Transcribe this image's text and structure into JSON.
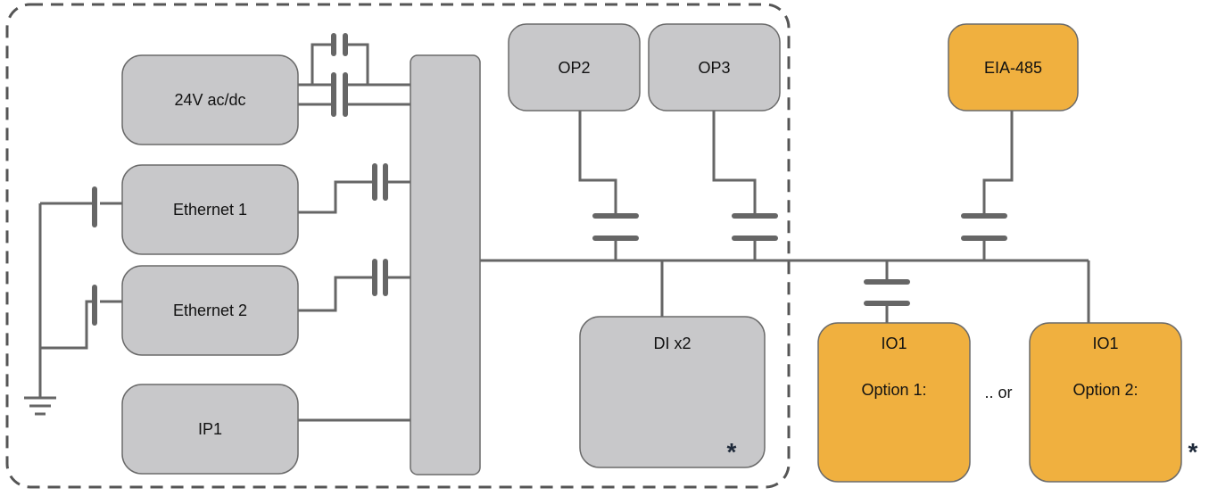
{
  "blocks": {
    "power": "24V ac/dc",
    "ethernet1": "Ethernet 1",
    "ethernet2": "Ethernet 2",
    "ip1": "IP1",
    "op2": "OP2",
    "op3": "OP3",
    "di": "DI x2",
    "eia485": "EIA-485",
    "io1_opt1_title": "IO1",
    "io1_opt1_sub": "Option 1:",
    "io1_opt2_title": "IO1",
    "io1_opt2_sub": "Option 2:"
  },
  "connector_text": ".. or",
  "footnote_marks": {
    "di": "*",
    "io1": "*"
  },
  "colors": {
    "internal_block": "#c8c8ca",
    "optional_block": "#f0b03f",
    "wire": "#666666",
    "boundary": "#555555"
  }
}
